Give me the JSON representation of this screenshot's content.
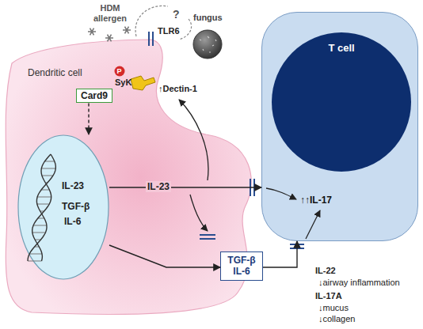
{
  "diagram": {
    "nodes": [
      {
        "text": [
          "Dendritic cell"
        ]
      },
      {
        "text": [
          "IL-23",
          "TGF-β",
          "IL-6"
        ],
        "in": 0
      },
      {
        "text": [
          "Card9"
        ],
        "in": 0
      },
      {
        "text": [
          "↑↑IL-17"
        ]
      },
      {
        "text": [
          "T cell"
        ],
        "in": 3
      },
      {
        "text": [
          "TGF-β IL-6"
        ]
      }
    ],
    "edges": [
      {
        "from": 2,
        "to": 1,
        "arrow": "to"
      },
      {
        "from": 1,
        "to": 3,
        "label": "IL-23",
        "arrow": "to"
      },
      {
        "from": 1,
        "to": 5,
        "arrow": "to"
      },
      {
        "from": 5,
        "to": 3,
        "arrow": "to"
      }
    ],
    "labels": [
      "HDM allergen",
      "?",
      "fungus",
      "TLR6",
      "P",
      "SyK",
      "↑Dectin-1",
      "IL-22",
      "↓airway inflammation",
      "IL-17A",
      "↓mucus",
      "↓collagen"
    ]
  }
}
